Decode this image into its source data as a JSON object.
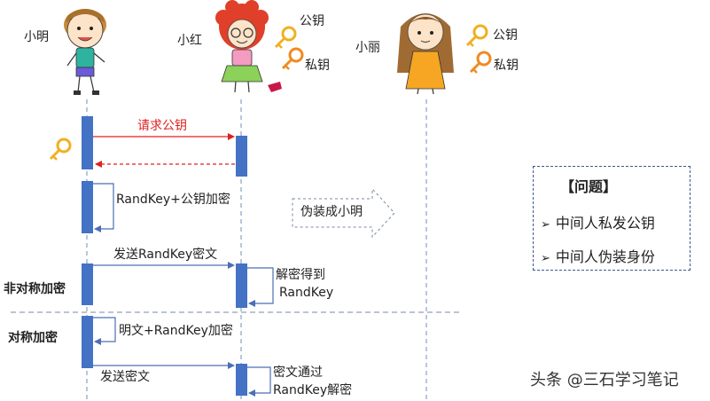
{
  "actors": {
    "xiaoming": "小明",
    "xiaohong": "小红",
    "xiaoli": "小丽"
  },
  "keys": {
    "hong_public": "公钥",
    "hong_private": "私钥",
    "li_public": "公钥",
    "li_private": "私钥"
  },
  "messages": {
    "request_public_key": "请求公钥",
    "randkey_encrypt": "RandKey+公钥加密",
    "disguise": "伪装成小明",
    "send_randkey_cipher": "发送RandKey密文",
    "decrypt_line1": "解密得到",
    "decrypt_line2": "RandKey",
    "plaintext_encrypt": "明文+RandKey加密",
    "send_cipher": "发送密文",
    "cipher_line1": "密文通过",
    "cipher_line2": "RandKey解密"
  },
  "sections": {
    "asymmetric": "非对称加密",
    "symmetric": "对称加密"
  },
  "problems": {
    "title": "【问题】",
    "items": [
      "中间人私发公钥",
      "中间人伪装身份"
    ]
  },
  "watermark": "头条 @三石学习笔记",
  "colors": {
    "activation": "#4472c4",
    "arrow_blue": "#4a6fb5",
    "arrow_red": "#e02020",
    "key_gold": "#f0b020",
    "key_orange": "#f08a20",
    "lifeline": "#6f8fbf"
  }
}
